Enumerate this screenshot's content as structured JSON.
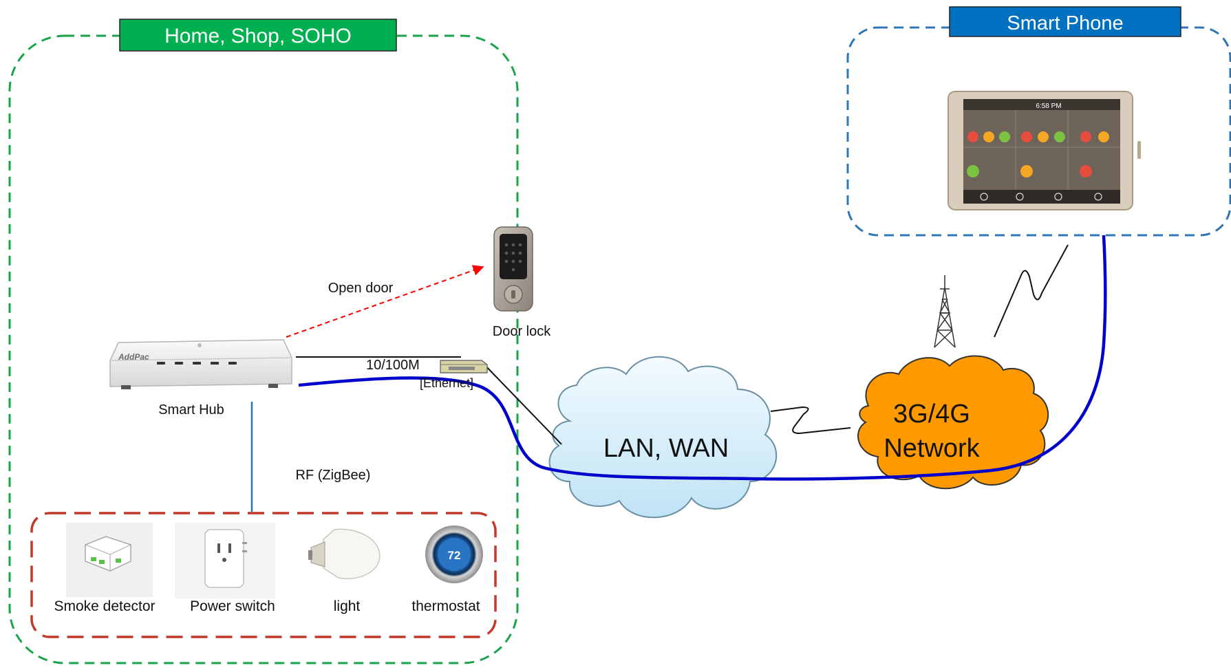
{
  "groups": {
    "home": {
      "title": "Home, Shop, SOHO"
    },
    "phone": {
      "title": "Smart Phone"
    }
  },
  "devices": {
    "smart_hub": {
      "label": "Smart Hub",
      "brand": "AddPac"
    },
    "door_lock": {
      "label": "Door lock"
    },
    "smoke_detector": {
      "label": "Smoke detector"
    },
    "power_switch": {
      "label": "Power switch"
    },
    "light": {
      "label": "light"
    },
    "thermostat": {
      "label": "thermostat",
      "display": "72"
    }
  },
  "links": {
    "open_door": {
      "label": "Open door"
    },
    "ethernet": {
      "label_top": "10/100M",
      "label_bottom": "[Ethernet]"
    },
    "rf": {
      "label": "RF (ZigBee)"
    }
  },
  "clouds": {
    "lan_wan": {
      "label": "LAN, WAN"
    },
    "mobile": {
      "line1": "3G/4G",
      "line2": "Network"
    }
  },
  "tablet": {
    "clock": "6:58 PM"
  },
  "colors": {
    "home_border": "#1aa34a",
    "home_title_bg": "#00b050",
    "phone_border": "#2e75b6",
    "phone_title_bg": "#0070c0",
    "sensor_border": "#c0392b",
    "blue_cable": "#0000cc",
    "open_door_arrow": "#ff0000",
    "mobile_cloud": "#ff9900"
  }
}
